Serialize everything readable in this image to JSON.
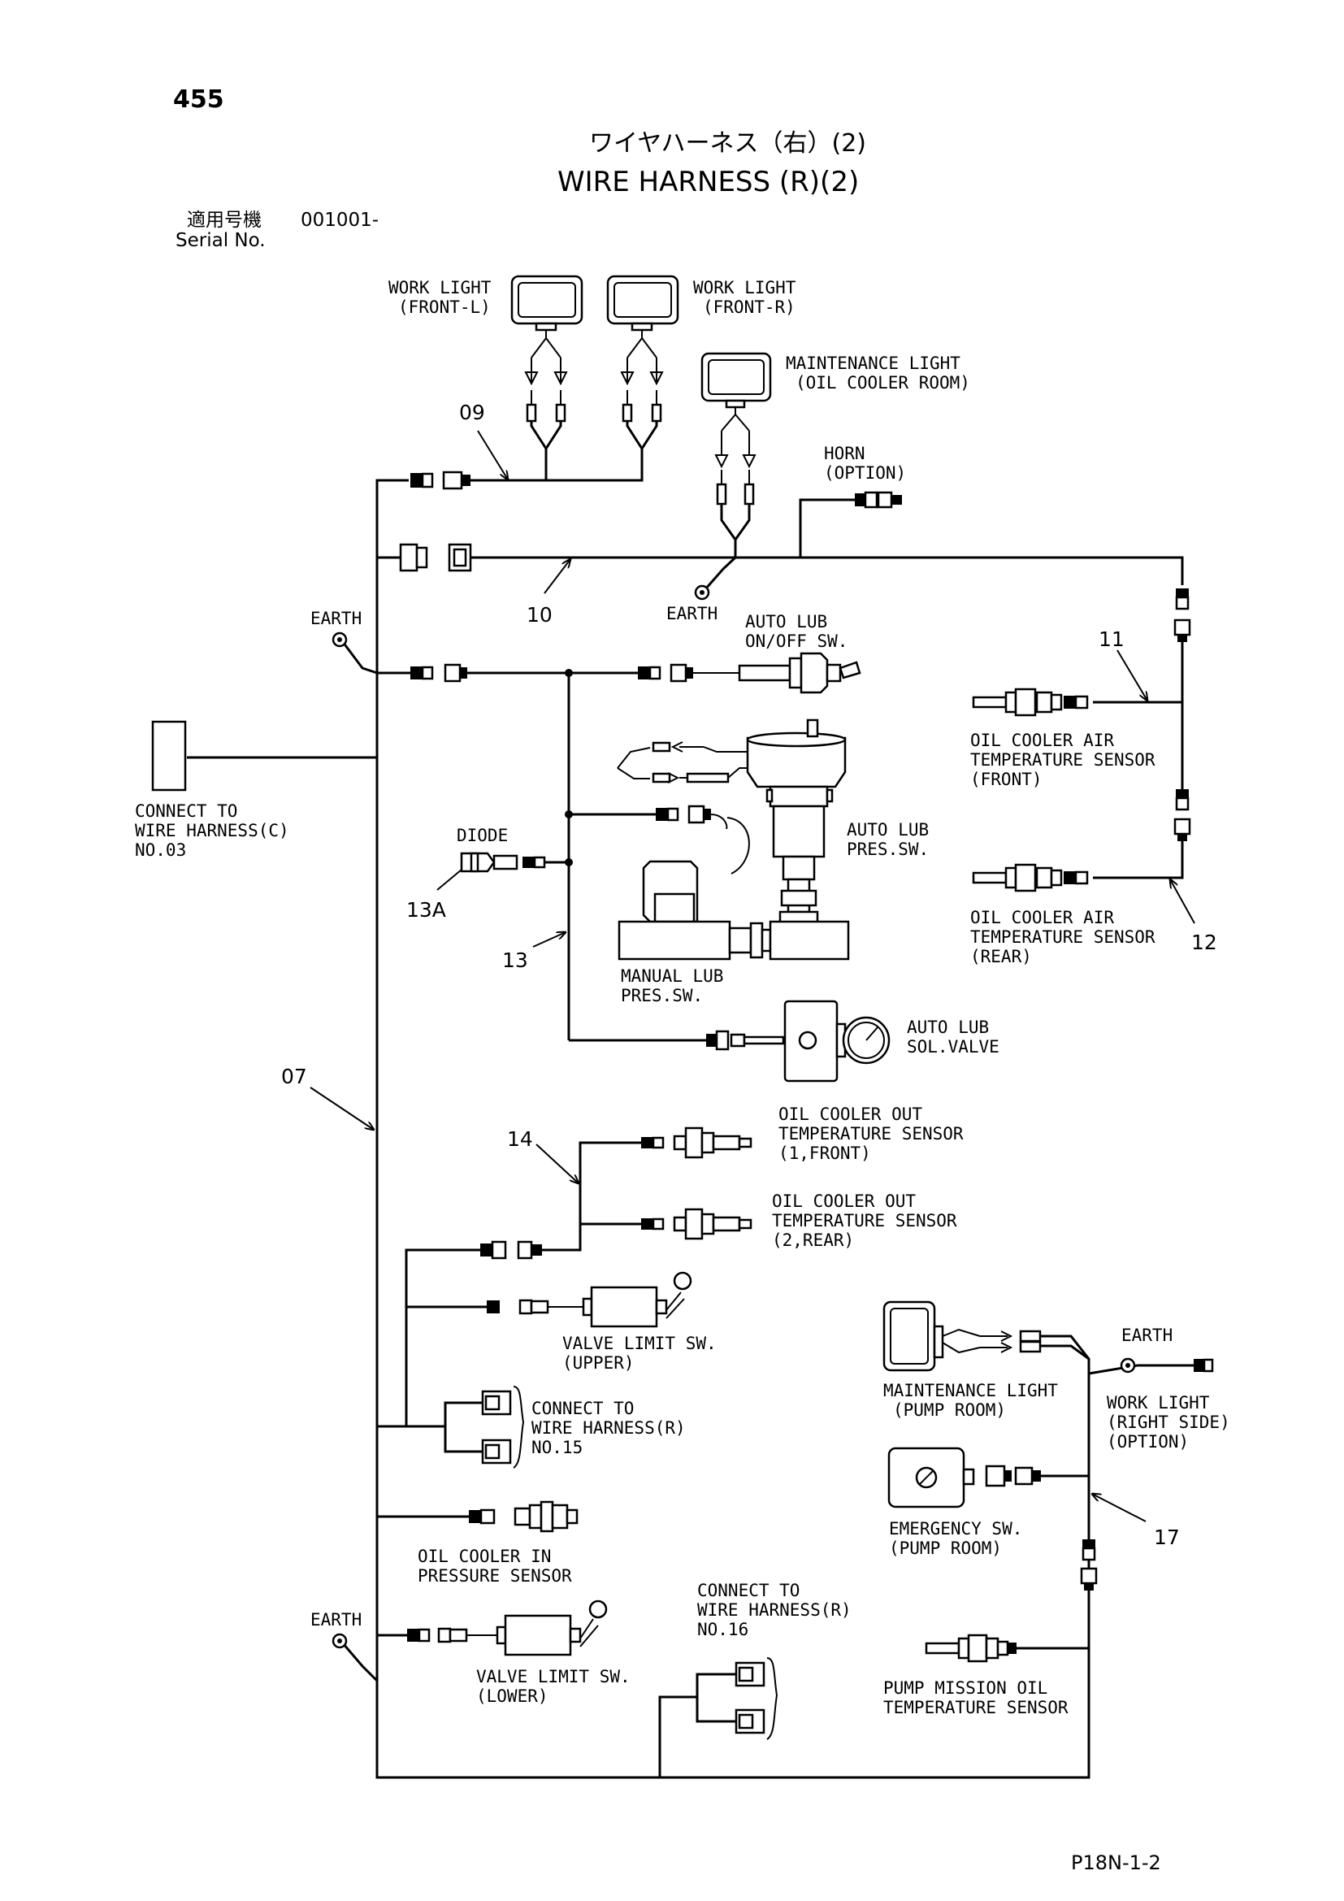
{
  "page": {
    "number": "455",
    "code": "P18N-1-2"
  },
  "title": {
    "jp": "ワイヤハーネス（右）(2)",
    "en": "WIRE HARNESS (R)(2)"
  },
  "serial": {
    "jp_label": "適用号機",
    "value": "001001-",
    "en_label": "Serial No."
  },
  "components": {
    "work_light_front_l": [
      "WORK LIGHT",
      "(FRONT-L)"
    ],
    "work_light_front_r": [
      "WORK LIGHT",
      "(FRONT-R)"
    ],
    "maint_light_oil_cooler": [
      "MAINTENANCE LIGHT",
      "(OIL COOLER ROOM)"
    ],
    "horn": [
      "HORN",
      "(OPTION)"
    ],
    "earth": "EARTH",
    "auto_lub_switch": [
      "AUTO LUB",
      "ON/OFF SW."
    ],
    "connect_c03": [
      "CONNECT TO",
      "WIRE HARNESS(C)",
      "NO.03"
    ],
    "diode": "DIODE",
    "auto_lub_pres_sw": [
      "AUTO LUB",
      "PRES.SW."
    ],
    "manual_lub_pres_sw": [
      "MANUAL LUB",
      "PRES.SW."
    ],
    "auto_lub_sol_valve": [
      "AUTO LUB",
      "SOL.VALVE"
    ],
    "oil_cooler_air_front": [
      "OIL COOLER AIR",
      "TEMPERATURE SENSOR",
      "(FRONT)"
    ],
    "oil_cooler_air_rear": [
      "OIL COOLER AIR",
      "TEMPERATURE SENSOR",
      "(REAR)"
    ],
    "oil_cooler_out_1": [
      "OIL COOLER OUT",
      "TEMPERATURE SENSOR",
      "(1,FRONT)"
    ],
    "oil_cooler_out_2": [
      "OIL COOLER OUT",
      "TEMPERATURE SENSOR",
      "(2,REAR)"
    ],
    "valve_limit_upper": [
      "VALVE LIMIT SW.",
      "(UPPER)"
    ],
    "connect_r15": [
      "CONNECT TO",
      "WIRE HARNESS(R)",
      "NO.15"
    ],
    "oil_cooler_in_pressure": [
      "OIL COOLER IN",
      "PRESSURE SENSOR"
    ],
    "valve_limit_lower": [
      "VALVE LIMIT SW.",
      "(LOWER)"
    ],
    "connect_r16": [
      "CONNECT TO",
      "WIRE HARNESS(R)",
      "NO.16"
    ],
    "maint_light_pump": [
      "MAINTENANCE LIGHT",
      "(PUMP ROOM)"
    ],
    "work_light_right": [
      "WORK LIGHT",
      "(RIGHT SIDE)",
      "(OPTION)"
    ],
    "emergency_sw": [
      "EMERGENCY SW.",
      "(PUMP ROOM)"
    ],
    "pump_mission_sensor": [
      "PUMP MISSION OIL",
      "TEMPERATURE SENSOR"
    ]
  },
  "callouts": {
    "c07": "07",
    "c09": "09",
    "c10": "10",
    "c11": "11",
    "c12": "12",
    "c13": "13",
    "c13a": "13A",
    "c14": "14",
    "c17": "17"
  }
}
